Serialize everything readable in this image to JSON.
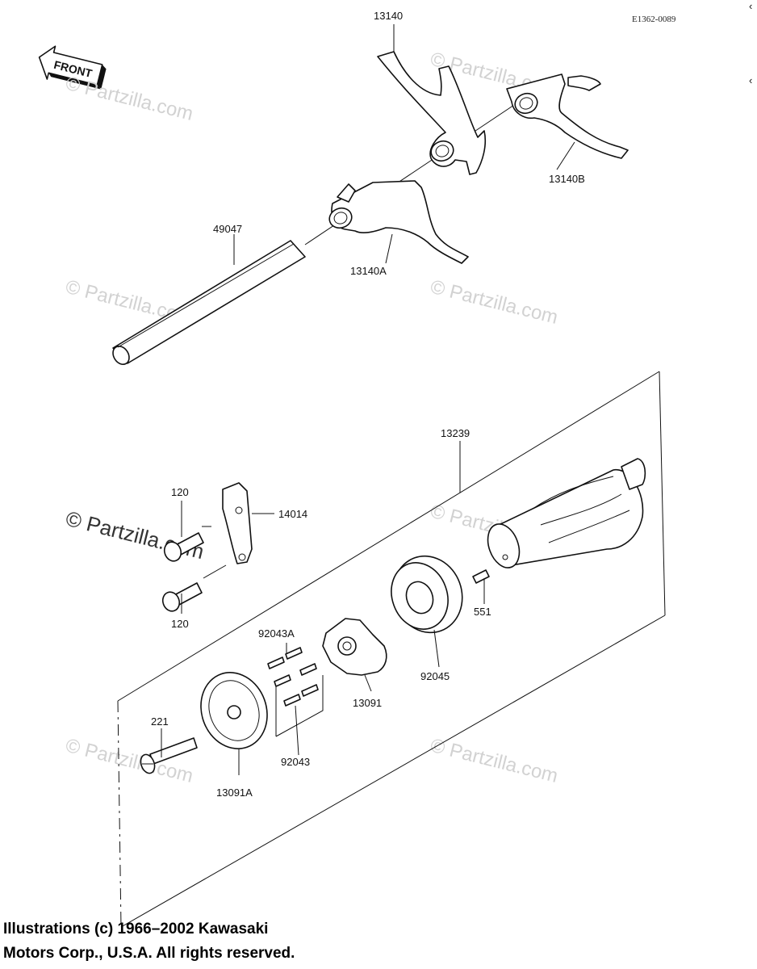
{
  "diagram": {
    "code": "E1362-0089",
    "front_label": "FRONT",
    "copyright_line1": "Illustrations (c) 1966–2002 Kawasaki",
    "copyright_line2": "Motors Corp., U.S.A.  All rights reserved.",
    "watermarks": [
      "© Partzilla.com",
      "© Partzilla.com",
      "© Partzilla.com",
      "© Partzilla.com",
      "© Partzilla.com",
      "© Partzilla.com",
      "© Partzilla.com"
    ],
    "callouts": {
      "p13140": "13140",
      "p13140b": "13140B",
      "p13140a": "13140A",
      "p49047": "49047",
      "p13239": "13239",
      "p120_top": "120",
      "p120_bottom": "120",
      "p14014": "14014",
      "p551": "551",
      "p92045": "92045",
      "p92043a": "92043A",
      "p92043": "92043",
      "p13091": "13091",
      "p221": "221",
      "p13091a": "13091A"
    }
  }
}
